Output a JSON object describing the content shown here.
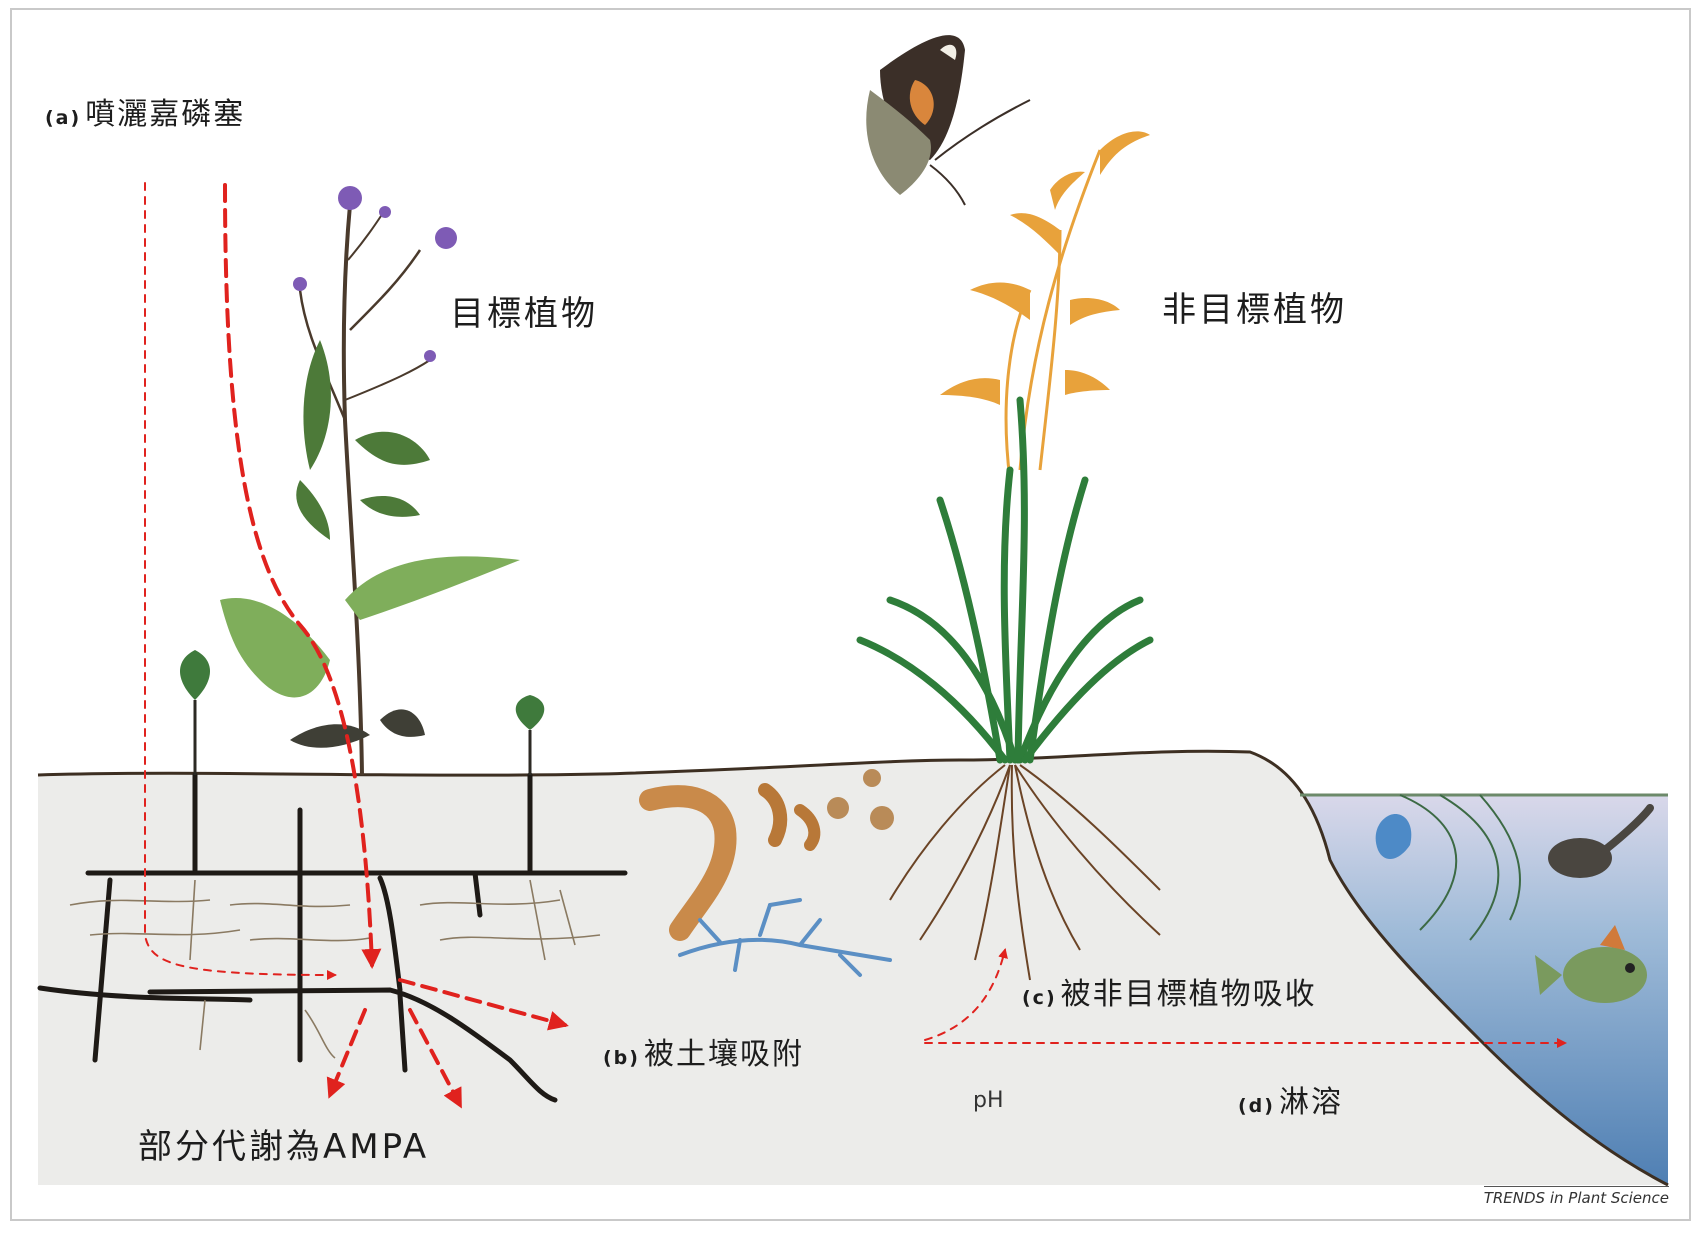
{
  "labels": {
    "spray_tag": "(a)",
    "spray": "噴灑嘉磷塞",
    "target_plant": "目標植物",
    "nontarget_plant": "非目標植物",
    "soil_tag": "(b)",
    "soil_adsorption": "被土壤吸附",
    "uptake_tag": "(c)",
    "uptake": "被非目標植物吸收",
    "leach_tag": "(d)",
    "leaching": "淋溶",
    "metabolite": "部分代謝為AMPA",
    "ph": "pH"
  },
  "credit": "TRENDS in Plant Science",
  "colors": {
    "arrow": "#e0221e",
    "soil": "#ececea",
    "soil_line": "#3d2f22",
    "water": "#7fa6cf",
    "grass": "#2e7d3a",
    "grain": "#e8a23b",
    "thistle_leaf": "#6b9a4a",
    "thistle_flower": "#7e5bb5",
    "root_dark": "#1e1a16",
    "root_brown": "#6b4426",
    "fungi": "#5b8fc4"
  },
  "icons": [
    "butterfly-icon",
    "thistle-icon",
    "grass-icon",
    "worm-icon",
    "fungi-icon",
    "fish-icon",
    "tadpole-icon",
    "frog-icon"
  ]
}
